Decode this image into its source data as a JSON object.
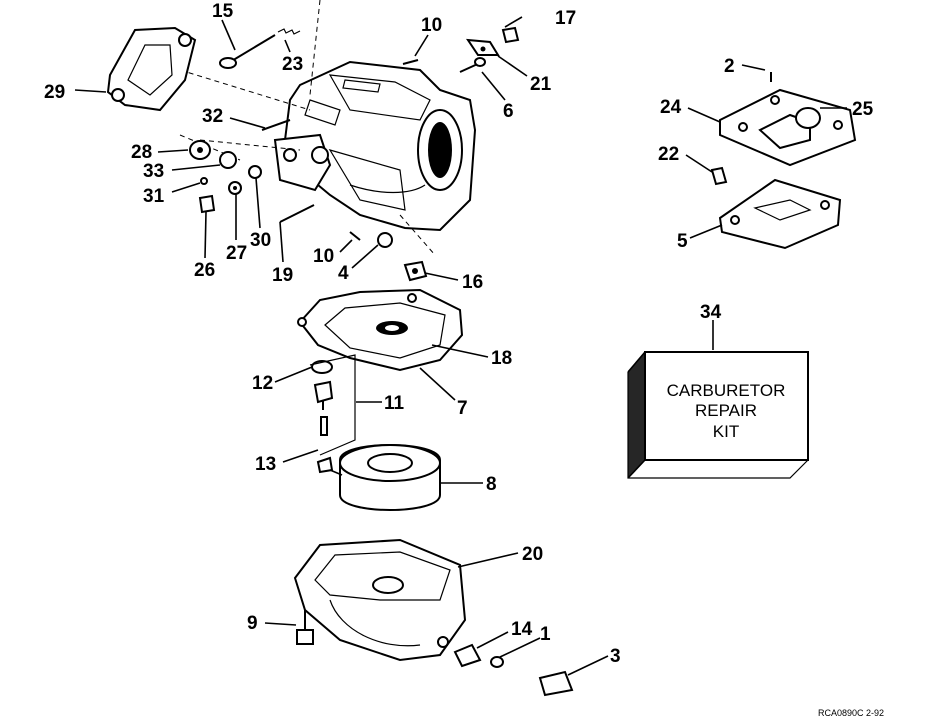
{
  "callouts": [
    "15",
    "23",
    "10",
    "17",
    "29",
    "21",
    "6",
    "32",
    "28",
    "33",
    "31",
    "26",
    "27",
    "30",
    "19",
    "10",
    "4",
    "16",
    "2",
    "24",
    "25",
    "22",
    "5",
    "34",
    "18",
    "12",
    "11",
    "7",
    "13",
    "8",
    "20",
    "9",
    "14",
    "1",
    "3"
  ],
  "kit": {
    "line1": "CARBURETOR",
    "line2": "REPAIR",
    "line3": "KIT"
  },
  "reference_code": "RCA0890C 2-92"
}
